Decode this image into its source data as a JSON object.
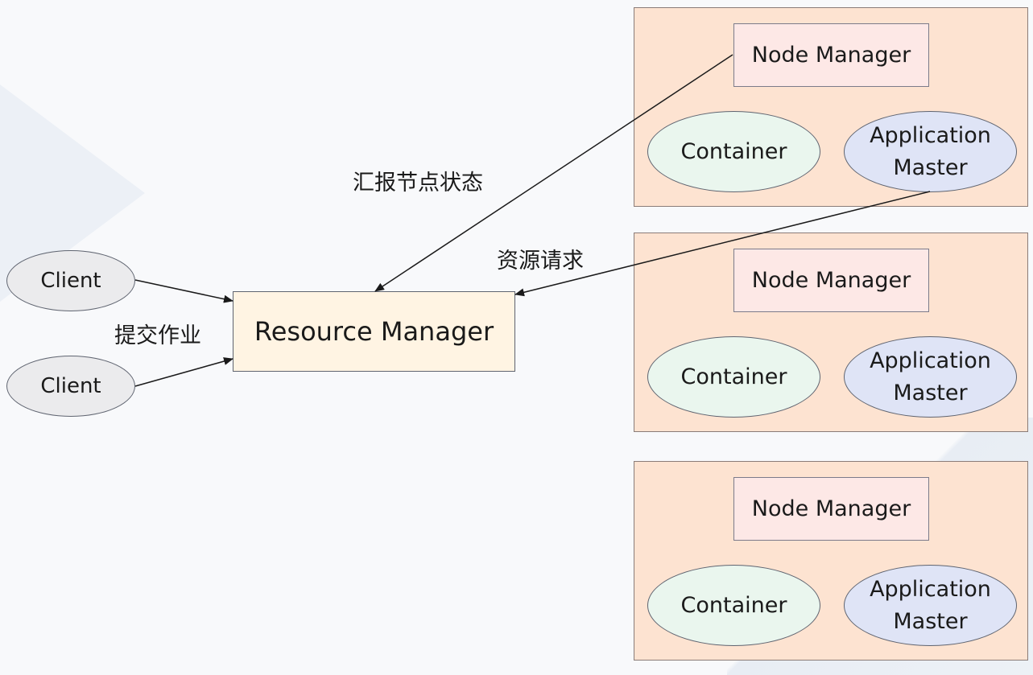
{
  "resource_manager": {
    "label": "Resource Manager"
  },
  "clients": [
    {
      "label": "Client"
    },
    {
      "label": "Client"
    }
  ],
  "node_groups": [
    {
      "node_manager": "Node Manager",
      "container": "Container",
      "app_master_line1": "Application",
      "app_master_line2": "Master"
    },
    {
      "node_manager": "Node Manager",
      "container": "Container",
      "app_master_line1": "Application",
      "app_master_line2": "Master"
    },
    {
      "node_manager": "Node Manager",
      "container": "Container",
      "app_master_line1": "Application",
      "app_master_line2": "Master"
    }
  ],
  "edge_labels": {
    "submit_job": "提交作业",
    "report_status": "汇报节点状态",
    "resource_request": "资源请求"
  },
  "colors": {
    "node_group_fill": "#fde3d1",
    "node_manager_fill": "#fde8e6",
    "container_fill": "#eaf6ee",
    "app_master_fill": "#dfe4f6",
    "resource_manager_fill": "#fff4e3",
    "client_fill": "#ebebed"
  }
}
